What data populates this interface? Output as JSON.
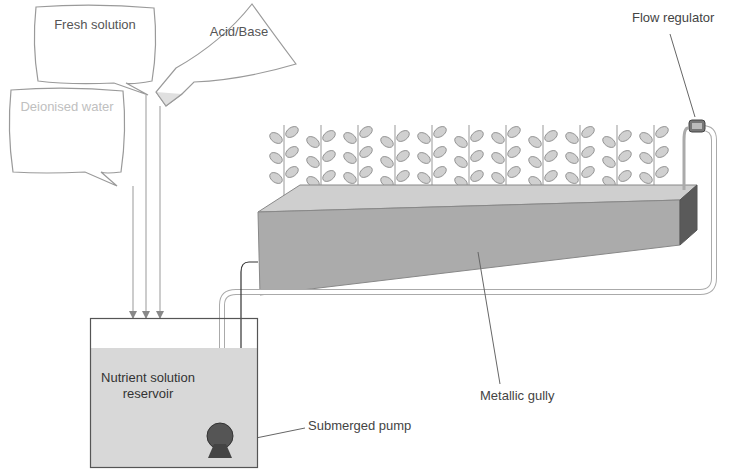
{
  "diagram": {
    "nodes": [
      {
        "text": [
          "Fresh solution"
        ]
      },
      {
        "text": [
          "Deionised water"
        ]
      },
      {
        "text": [
          "Acid/Base"
        ]
      },
      {
        "text": [
          "Nutrient solution reservoir"
        ]
      }
    ],
    "edges": [
      {
        "from": 0,
        "to": 3,
        "arrow": "to"
      },
      {
        "from": 1,
        "to": 3,
        "arrow": "to"
      },
      {
        "from": 2,
        "to": 3,
        "arrow": "to"
      }
    ],
    "labels": [
      "Flow regulator",
      "Metallic gully",
      "Submerged pump"
    ]
  }
}
